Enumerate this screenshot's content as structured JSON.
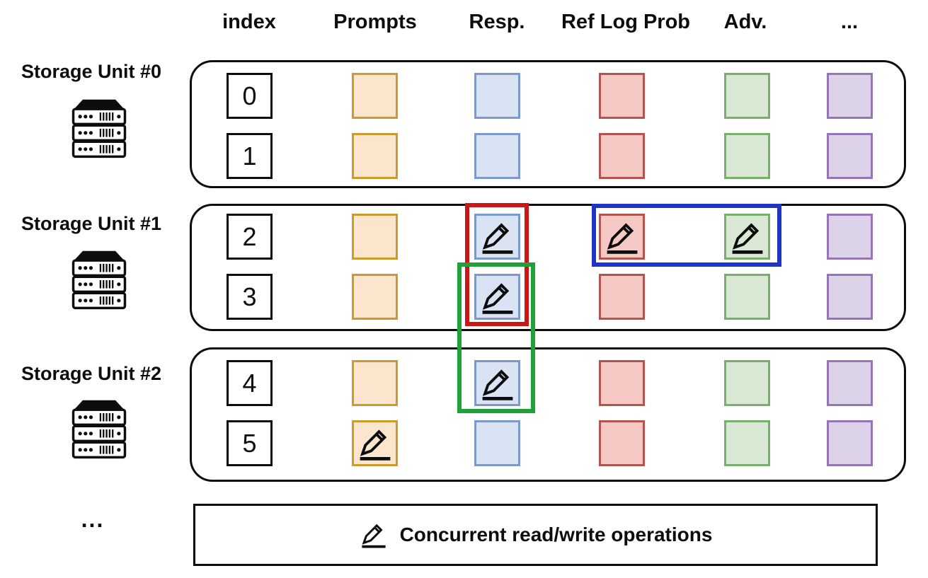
{
  "header": {
    "columns": [
      "index",
      "Prompts",
      "Resp.",
      "Ref Log Prob",
      "Adv.",
      "..."
    ]
  },
  "columns": [
    {
      "id": "prompts",
      "fill": "#FCE5CD",
      "border": "#CD9A2D"
    },
    {
      "id": "resp",
      "fill": "#DAE3F3",
      "border": "#7C9AC9"
    },
    {
      "id": "ref",
      "fill": "#F6C9C5",
      "border": "#B25551"
    },
    {
      "id": "adv",
      "fill": "#D8E8D2",
      "border": "#7AAE6E"
    },
    {
      "id": "extra",
      "fill": "#DDD3E9",
      "border": "#9674B5"
    }
  ],
  "units": [
    {
      "label": "Storage Unit #0",
      "rows": [
        {
          "index": "0",
          "pencils": []
        },
        {
          "index": "1",
          "pencils": []
        }
      ]
    },
    {
      "label": "Storage Unit #1",
      "rows": [
        {
          "index": "2",
          "pencils": [
            "resp",
            "ref",
            "adv"
          ]
        },
        {
          "index": "3",
          "pencils": [
            "resp"
          ]
        }
      ]
    },
    {
      "label": "Storage Unit #2",
      "rows": [
        {
          "index": "4",
          "pencils": [
            "resp"
          ]
        },
        {
          "index": "5",
          "pencils": [
            "prompts"
          ]
        }
      ]
    }
  ],
  "highlights": [
    {
      "id": "red",
      "color": "#CC1616"
    },
    {
      "id": "green",
      "color": "#21A038"
    },
    {
      "id": "blue",
      "color": "#2033C5"
    }
  ],
  "legend": {
    "label": "Concurrent read/write operations"
  },
  "ellipsis": "..."
}
